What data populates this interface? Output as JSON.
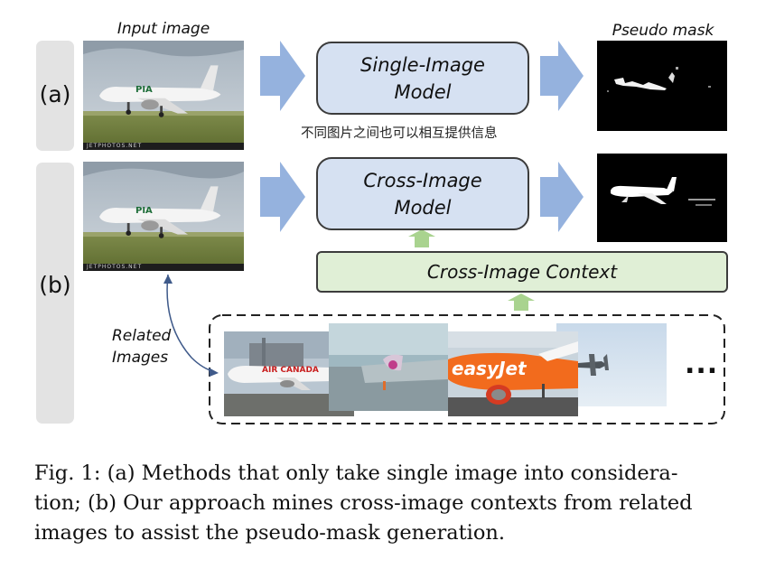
{
  "figure": {
    "input_label": "Input image",
    "pseudo_label": "Pseudo mask",
    "row_a_label": "(a)",
    "row_b_label": "(b)",
    "single_model_label": "Single-Image\nModel",
    "cross_model_label": "Cross-Image\nModel",
    "context_label": "Cross-Image  Context",
    "annotation_text": "不同图片之间也可以相互提供信息",
    "related_label": "Related\nImages",
    "ellipsis": "...",
    "plane_text_air_canada": "AIR CANADA",
    "plane_text_easyjet": "easyJet",
    "plane_text_pia": "PIA",
    "watermark": "JETPHOTOS.NET",
    "colors": {
      "row_label_bg": "#e3e3e3",
      "model_box_fill": "#d6e1f2",
      "context_box_fill": "#e0efd6",
      "blue_arrow": "#95b2de",
      "green_arrow": "#a9d38f",
      "connector": "#3f5a8a"
    }
  },
  "caption": {
    "lines": [
      "Fig. 1: (a) Methods that only take single image into considera-",
      "tion; (b) Our approach mines cross-image contexts from related",
      "images to assist the pseudo-mask generation."
    ]
  }
}
